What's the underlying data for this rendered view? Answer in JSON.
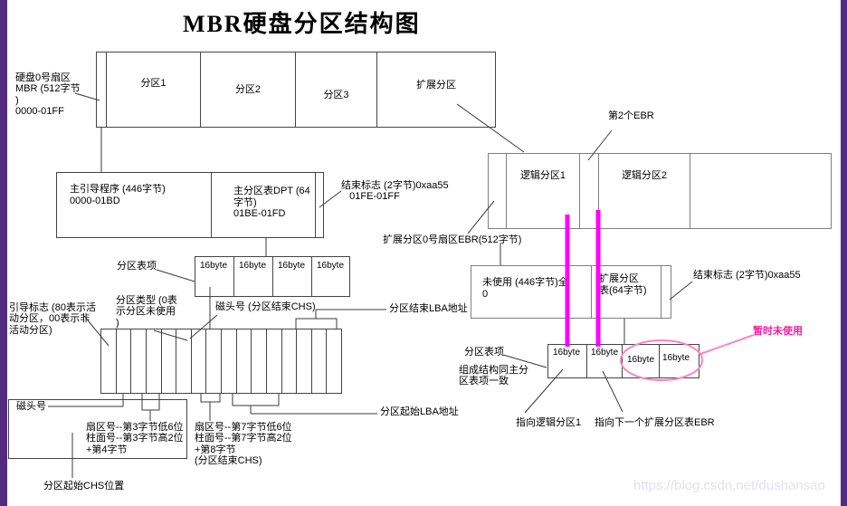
{
  "title": "MBR硬盘分区结构图",
  "watermark": "https://blog.csdn.net/dushansao",
  "colors": {
    "magenta": "#ff00ff",
    "pink": "#ff85c2",
    "pinktext": "#ff17a0",
    "purple": "#542a80",
    "watermark": "#e2e2ec"
  },
  "disk_row": {
    "partitions": [
      "分区1",
      "分区2",
      "分区3",
      "扩展分区"
    ],
    "sector_label": "硬盘0号扇区\nMBR (512字节\n)\n0000-01FF"
  },
  "logical_row": {
    "lp1": "逻辑分区1",
    "lp2": "逻辑分区2",
    "ebr2_label": "第2个EBR"
  },
  "mbr_sector": {
    "boot": "主引导程序 (446字节)\n0000-01BD",
    "dpt": "主分区表DPT (64\n字节)\n01BE-01FD",
    "end_label": "结束标志 (2字节)0xaa55\n   01FE-01FF"
  },
  "ebr_sector": {
    "sector_label": "扩展分区0号扇区EBR(512字节)",
    "unused": "未使用 (446字节)全\n0",
    "dpt": "扩展分区\n表(64字节)",
    "end_label": "结束标志 (2字节)0xaa55"
  },
  "mbr_entries": {
    "label": "分区表项",
    "cells": [
      "16byte",
      "16byte",
      "16byte",
      "16byte"
    ]
  },
  "ebr_entries": {
    "label": "分区表项",
    "note": "组成结构同主分\n区表项一致",
    "cells": [
      "16byte",
      "16byte",
      "16byte",
      "16byte"
    ],
    "point_lp1": "指向逻辑分区1",
    "point_next": "指向下一个扩展分区表EBR",
    "temp_unused": "暂时未使用"
  },
  "entry_bytes": {
    "boot_flag": "引导标志 (80表示活\n动分区，00表示非\n活动分区)",
    "part_type": "分区类型 (0表\n示分区未使用\n)",
    "head_chs": "磁头号 (分区结束CHS)",
    "end_lba": "分区结束LBA地址",
    "head_no": "磁头号",
    "sector3": "扇区号--第3字节低6位\n柱面号--第3字节高2位\n+第4字节",
    "sector7": "扇区号--第7字节低6位\n柱面号--第7字节高2位\n+第8字节\n(分区结束CHS)",
    "start_lba": "分区起始LBA地址",
    "start_chs": "分区起始CHS位置"
  }
}
